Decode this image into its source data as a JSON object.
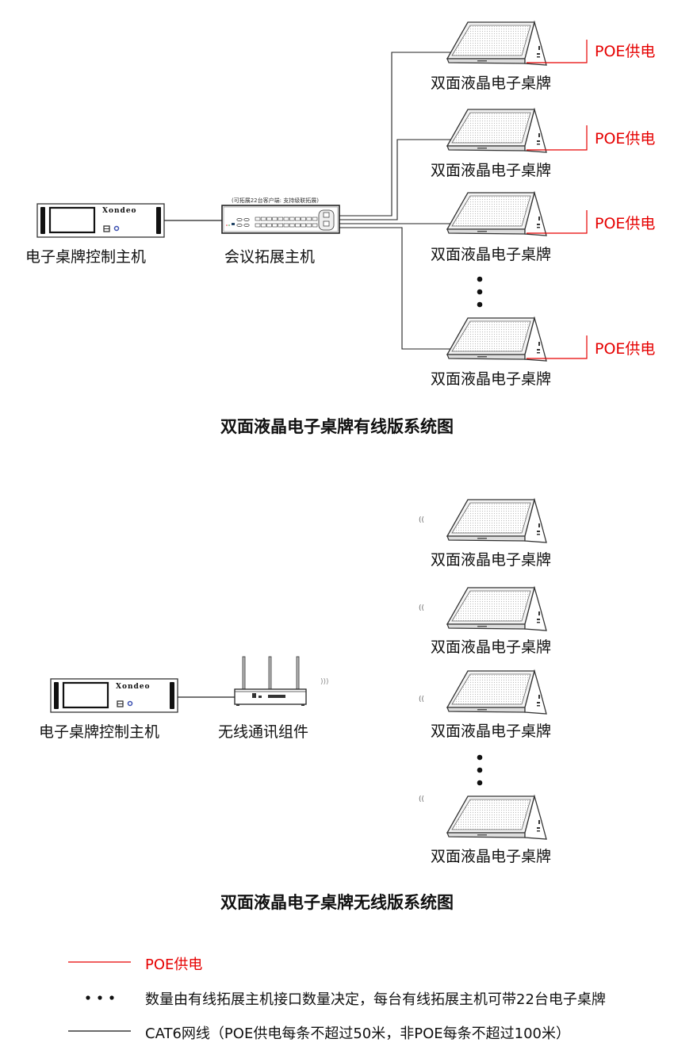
{
  "wired": {
    "title": "双面液晶电子桌牌有线版系统图",
    "controller": {
      "label": "电子桌牌控制主机",
      "brand": "Xondeo"
    },
    "switch": {
      "label": "会议拓展主机",
      "note": "(可拓展22台客户端: 支持级联拓展)"
    },
    "signs": [
      {
        "label": "双面液晶电子桌牌",
        "power": "POE供电"
      },
      {
        "label": "双面液晶电子桌牌",
        "power": "POE供电"
      },
      {
        "label": "双面液晶电子桌牌",
        "power": "POE供电"
      },
      {
        "label": "双面液晶电子桌牌",
        "power": "POE供电"
      }
    ]
  },
  "wireless": {
    "title": "双面液晶电子桌牌无线版系统图",
    "controller": {
      "label": "电子桌牌控制主机",
      "brand": "Xondeo"
    },
    "router": {
      "label": "无线通讯组件"
    },
    "signs": [
      {
        "label": "双面液晶电子桌牌"
      },
      {
        "label": "双面液晶电子桌牌"
      },
      {
        "label": "双面液晶电子桌牌"
      },
      {
        "label": "双面液晶电子桌牌"
      }
    ]
  },
  "legend": [
    {
      "symbol": "red-line",
      "text": "POE供电",
      "color": "#e60000"
    },
    {
      "symbol": "dots",
      "text": "数量由有线拓展主机接口数量决定，每台有线拓展主机可带22台电子桌牌"
    },
    {
      "symbol": "black-line",
      "text": "CAT6网线（POE供电每条不超过50米，非POE每条不超过100米）"
    }
  ],
  "colors": {
    "poe": "#e60000",
    "cable": "#222222"
  }
}
